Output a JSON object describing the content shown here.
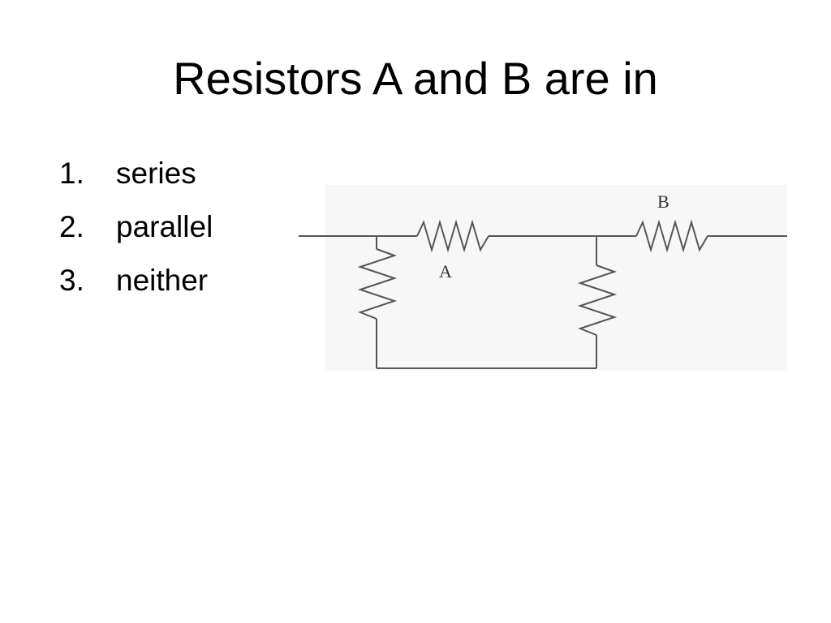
{
  "slide": {
    "title": "Resistors A and B are in",
    "options": [
      {
        "number": "1.",
        "label": "series"
      },
      {
        "number": "2.",
        "label": "parallel"
      },
      {
        "number": "3.",
        "label": "neither"
      }
    ]
  },
  "circuit": {
    "resistor_a_label": "A",
    "resistor_b_label": "B",
    "wire_color": "#555555"
  }
}
